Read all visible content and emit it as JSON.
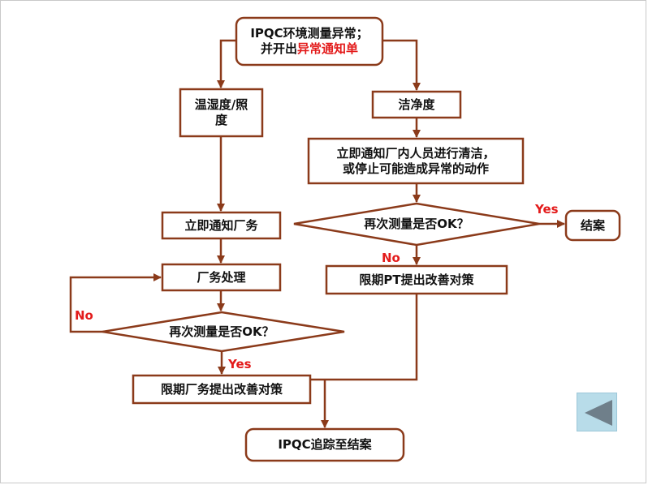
{
  "nodes": {
    "start": {
      "line1": "IPQC环境测量异常；",
      "line2_prefix": "并开出",
      "line2_highlight": "异常通知单"
    },
    "temp": {
      "line1": "温湿度/照",
      "line2": "度"
    },
    "clean": {
      "label": "洁净度"
    },
    "notify_staff": {
      "line1": "立即通知厂内人员进行清洁，",
      "line2": "或停止可能造成异常的动作"
    },
    "notify_factory": {
      "label": "立即通知厂务"
    },
    "factory_handle": {
      "label": "厂务处理"
    },
    "recheck_left": {
      "label": "再次测量是否OK？"
    },
    "recheck_right": {
      "label": "再次测量是否OK？"
    },
    "close_case": {
      "label": "结案"
    },
    "pt_improve": {
      "label": "限期PT提出改善对策"
    },
    "factory_improve": {
      "label": "限期厂务提出改善对策"
    },
    "ipqc_track": {
      "label": "IPQC追踪至结案"
    }
  },
  "edge_labels": {
    "right_yes": "Yes",
    "right_no": "No",
    "left_no": "No",
    "left_yes": "Yes"
  },
  "colors": {
    "border": "#8b3a1a",
    "arrow": "#8b3a1a",
    "highlight": "#e31b1b",
    "back_button": "#b8dce9"
  },
  "icons": {
    "back": "left-triangle-icon"
  }
}
